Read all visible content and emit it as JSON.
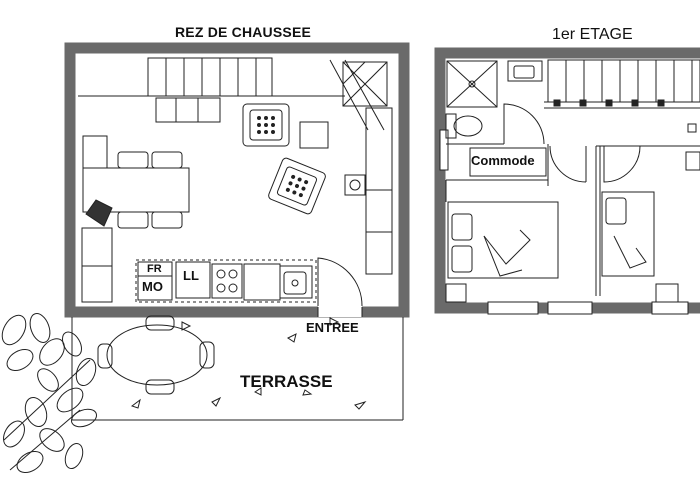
{
  "rooms": {
    "rdc_title": "REZ DE CHAUSSEE",
    "etage_title": "1er ETAGE",
    "entree": "ENTREE",
    "terrasse": "TERRASSE",
    "commode": "Commode"
  },
  "appliances": {
    "fridge": "FR",
    "microwave": "MO",
    "dishwasher": "LL"
  },
  "colors": {
    "wall": "#6a6a6a",
    "line": "#222222",
    "background": "#ffffff"
  }
}
